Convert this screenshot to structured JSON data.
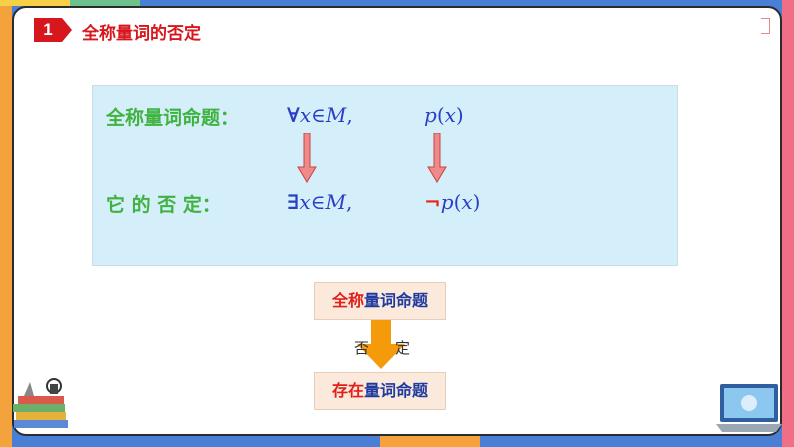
{
  "header": {
    "number": "1",
    "title": "全称量词的否定"
  },
  "panel": {
    "row1": {
      "label": "全称量词命题：",
      "quantifier": "∀",
      "var": "x",
      "member_of": "∈",
      "set": "M",
      "sep": ",",
      "pred": "p",
      "pred_open": "(",
      "pred_arg": "x",
      "pred_close": ")"
    },
    "row2": {
      "label": "它 的 否  定：",
      "quantifier": "∃",
      "var": "x",
      "member_of": "∈",
      "set": "M",
      "sep": ",",
      "negation": "¬",
      "pred": "p",
      "pred_open": "(",
      "pred_arg": "x",
      "pred_close": ")"
    }
  },
  "flow": {
    "top_box": {
      "red_part": "全称",
      "navy_part": "量词命题"
    },
    "arrow_label_left": "否",
    "arrow_label_right": "定",
    "bottom_box": {
      "red_part": "存在",
      "navy_part": "量词命题"
    }
  },
  "icons": {
    "books": "books-stack-icon",
    "laptop": "laptop-icon"
  },
  "colors": {
    "accent_red": "#d7161d",
    "green_text": "#3fb23f",
    "math_blue": "#2a3fc6",
    "panel_bg": "#d4eefa",
    "arrow_red": "#e36b6b",
    "arrow_orange": "#f59a0a",
    "box_bg": "#fbe9dc"
  }
}
